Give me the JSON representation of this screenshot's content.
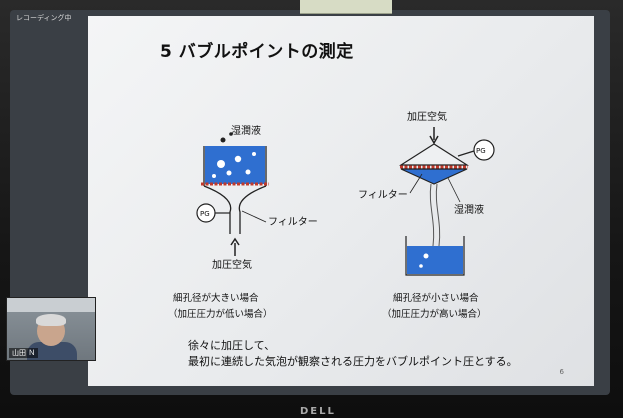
{
  "window": {
    "recording_label": "レコーディング中"
  },
  "slide": {
    "title": "5 バブルポイントの測定",
    "left_diagram": {
      "liquid_label": "湿潤液",
      "gauge_label": "PG",
      "filter_label": "フィルター",
      "air_label": "加圧空気",
      "caption_line1": "細孔径が大きい場合",
      "caption_line2": "（加圧圧力が低い場合）"
    },
    "right_diagram": {
      "air_label": "加圧空気",
      "gauge_label": "PG",
      "filter_label": "フィルター",
      "liquid_label": "湿潤液",
      "caption_line1": "細孔径が小さい場合",
      "caption_line2": "（加圧圧力が高い場合）"
    },
    "body_line1": "徐々に加圧して、",
    "body_line2": "最初に連続した気泡が観察される圧力をバブルポイント圧とする。",
    "page_number": "6"
  },
  "webcam": {
    "name": "山田 Ｎ"
  },
  "monitor": {
    "brand": "DELL"
  },
  "colors": {
    "liquid": "#2f6fd0",
    "filter": "#c0392b",
    "slide_bg": "#eef0f2"
  }
}
